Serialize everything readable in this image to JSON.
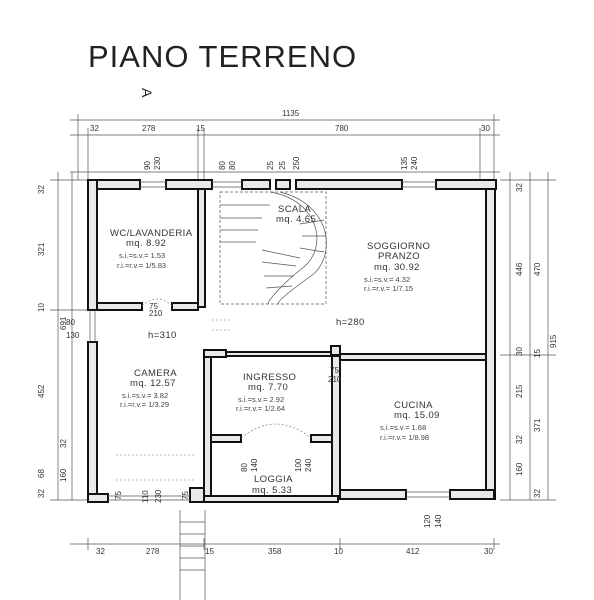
{
  "title": "PIANO TERRENO",
  "section_marker": "A",
  "dimensions": {
    "top_total": "1135",
    "top_segments": [
      "32",
      "278",
      "15",
      "780",
      "30"
    ],
    "top_openings": [
      "90",
      "230",
      "80",
      "80",
      "25",
      "25",
      "250",
      "135",
      "240"
    ],
    "bottom_segments": [
      "32",
      "278",
      "15",
      "358",
      "10",
      "412",
      "30"
    ],
    "bottom_openings": [
      "75",
      "110",
      "230",
      "75",
      "80",
      "140",
      "100",
      "240",
      "120",
      "140"
    ],
    "left_segments": [
      "32",
      "321",
      "10",
      "80",
      "130",
      "452",
      "32",
      "160",
      "68",
      "32"
    ],
    "left_total": "691",
    "right_segments": [
      "32",
      "446",
      "470",
      "30",
      "215",
      "32",
      "160",
      "32"
    ],
    "right_totals": [
      "15",
      "915",
      "371"
    ],
    "inner_labels": [
      "75",
      "210",
      "75",
      "210"
    ]
  },
  "heights": {
    "left": "h=310",
    "main": "h=280"
  },
  "rooms": {
    "wc": {
      "name": "WC/LAVANDERIA",
      "area": "mq. 8.92",
      "line1": "s.i.=s.v.= 1.53",
      "line2": "r.i.=r.v.= 1/5.83"
    },
    "scala": {
      "name": "SCALA",
      "area": "mq. 4.65"
    },
    "soggiorno": {
      "name": "SOGGIORNO",
      "name2": "PRANZO",
      "area": "mq. 30.92",
      "line1": "s.i.=s.v.= 4.32",
      "line2": "r.i.=r.v.= 1/7.15"
    },
    "camera": {
      "name": "CAMERA",
      "area": "mq. 12.57",
      "line1": "s.i.=s.v.= 3.82",
      "line2": "r.i.=r.v.= 1/3.29"
    },
    "ingresso": {
      "name": "INGRESSO",
      "area": "mq. 7.70",
      "line1": "s.i.=s.v.= 2.92",
      "line2": "r.i.=r.v.= 1/2.64"
    },
    "cucina": {
      "name": "CUCINA",
      "area": "mq. 15.09",
      "line1": "s.i.=s.v.= 1.68",
      "line2": "r.i.=r.v.= 1/8.98"
    },
    "loggia": {
      "name": "LOGGIA",
      "area": "mq. 5.33"
    }
  },
  "colors": {
    "wall_fill": "#e9e9e9",
    "ink": "#111111"
  }
}
